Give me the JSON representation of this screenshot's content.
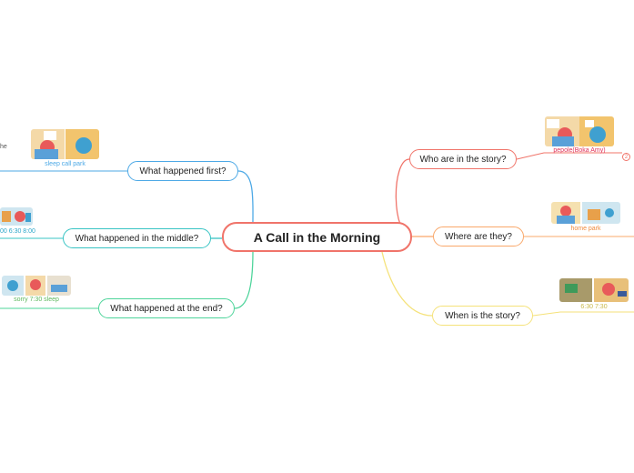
{
  "central": {
    "title": "A Call in the Morning"
  },
  "branches": {
    "who": {
      "label": "Who are in the story?",
      "caption": "pepole(Boka Amy)",
      "color": "#f0746a",
      "caption_color": "#e0335a"
    },
    "where": {
      "label": "Where are they?",
      "caption": "home park",
      "color": "#f9a86b",
      "caption_color": "#f08a3c"
    },
    "when": {
      "label": "When is the story?",
      "caption": "6:30 7:30",
      "color": "#f5e27a",
      "caption_color": "#c9b84a"
    },
    "first": {
      "label": "What happened first?",
      "caption": "sleep call park",
      "edge_text": "he",
      "color": "#4da9e6",
      "caption_color": "#4da9e6"
    },
    "middle": {
      "label": "What happened in the middle?",
      "caption": "00 6:30 8:00",
      "color": "#38c4c4",
      "caption_color": "#2aa6c9"
    },
    "end": {
      "label": "What happened at the end?",
      "caption": "sorry 7:30 sleep",
      "color": "#4dd49a",
      "caption_color": "#5cb85c"
    }
  },
  "icons": {
    "collapse_toggle": "circle-count-icon",
    "collapse_count": "2"
  }
}
